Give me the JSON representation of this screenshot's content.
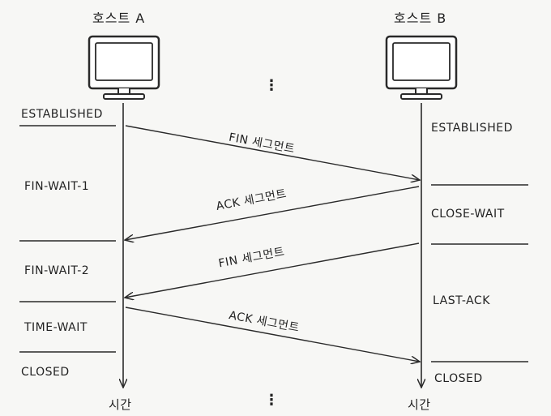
{
  "host_a": {
    "title": "호스트 A",
    "states": [
      "ESTABLISHED",
      "FIN-WAIT-1",
      "FIN-WAIT-2",
      "TIME-WAIT",
      "CLOSED"
    ],
    "time_label": "시간"
  },
  "host_b": {
    "title": "호스트 B",
    "states": [
      "ESTABLISHED",
      "CLOSE-WAIT",
      "LAST-ACK",
      "CLOSED"
    ],
    "time_label": "시간"
  },
  "messages": [
    {
      "label": "FIN 세그먼트",
      "from": "host_a",
      "to": "host_b"
    },
    {
      "label": "ACK 세그먼트",
      "from": "host_b",
      "to": "host_a"
    },
    {
      "label": "FIN 세그먼트",
      "from": "host_b",
      "to": "host_a"
    },
    {
      "label": "ACK 세그먼트",
      "from": "host_a",
      "to": "host_b"
    }
  ],
  "ellipsis_top": "⋮",
  "ellipsis_bottom": "⋮"
}
